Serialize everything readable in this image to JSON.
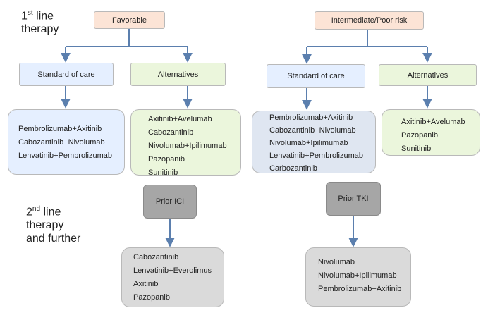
{
  "labels": {
    "first_line": {
      "lead": "1",
      "sup": "st",
      "rest": " line",
      "line2": "therapy"
    },
    "second_line": {
      "lead": "2",
      "sup": "nd",
      "rest": " line",
      "line2": "therapy",
      "line3": "and further"
    }
  },
  "left": {
    "risk": "Favorable",
    "standard_header": "Standard of care",
    "alternatives_header": "Alternatives",
    "standard_items": [
      "Pembrolizumab+Axitinib",
      "Cabozantinib+Nivolumab",
      "Lenvatinib+Pembrolizumab"
    ],
    "alternative_items": [
      "Axitinib+Avelumab",
      "Cabozantinib",
      "Nivolumab+Ipilimumab",
      "Pazopanib",
      "Sunitinib"
    ],
    "prior": "Prior ICI",
    "second_line_items": [
      "Cabozantinib",
      "Lenvatinib+Everolimus",
      "Axitinib",
      "Pazopanib"
    ]
  },
  "right": {
    "risk": "Intermediate/Poor risk",
    "standard_header": "Standard of care",
    "alternatives_header": "Alternatives",
    "standard_items": [
      "Pembrolizumab+Axitinib",
      "Cabozantinib+Nivolumab",
      "Nivolumab+Ipilimumab",
      "Lenvatinib+Pembrolizumab",
      "Carbozantinib"
    ],
    "alternative_items": [
      "Axitinib+Avelumab",
      "Pazopanib",
      "Sunitinib"
    ],
    "prior": "Prior TKI",
    "second_line_items": [
      "Nivolumab",
      "Nivolumab+Ipilimumab",
      "Pembrolizumab+Axitinib"
    ]
  },
  "colors": {
    "connector": "#5b7fae",
    "risk_fill": "#fce4d6",
    "standard_fill": "#e5efff",
    "alternatives_fill": "#ebf6dc",
    "second_line_fill": "#dadada",
    "prior_fill": "#a6a6a6"
  }
}
